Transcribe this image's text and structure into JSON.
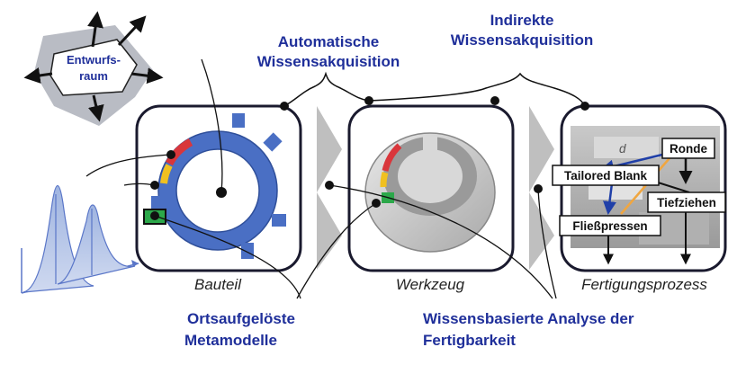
{
  "labels": {
    "auto_line1": "Automatische",
    "auto_line2": "Wissensakquisition",
    "indirect_line1": "Indirekte",
    "indirect_line2": "Wissensakquisition",
    "ortsauf_line1": "Ortsaufgelöste",
    "ortsauf_line2": "Metamodelle",
    "wissens_line1": "Wissensbasierte Analyse der",
    "wissens_line2": "Fertigbarkeit"
  },
  "design_space": {
    "line1": "Entwurfs-",
    "line2": "raum"
  },
  "panels": [
    {
      "id": "bauteil",
      "caption": "Bauteil"
    },
    {
      "id": "werkzeug",
      "caption": "Werkzeug"
    },
    {
      "id": "fertigung",
      "caption": "Fertigungsprozess"
    }
  ],
  "process_boxes": {
    "ronde": "Ronde",
    "tailored_blank": "Tailored Blank",
    "tiefziehen": "Tiefziehen",
    "fliesspressen": "Fließpressen",
    "dim_label": "d"
  },
  "colors": {
    "label_blue": "#1f2f9a",
    "part_blue": "#4a6fc4",
    "highlight_red": "#d9363b",
    "highlight_yellow": "#f0c020",
    "highlight_green": "#2ca84a",
    "arrow_blue": "#1f3fa8",
    "arrow_orange": "#f0a640"
  }
}
